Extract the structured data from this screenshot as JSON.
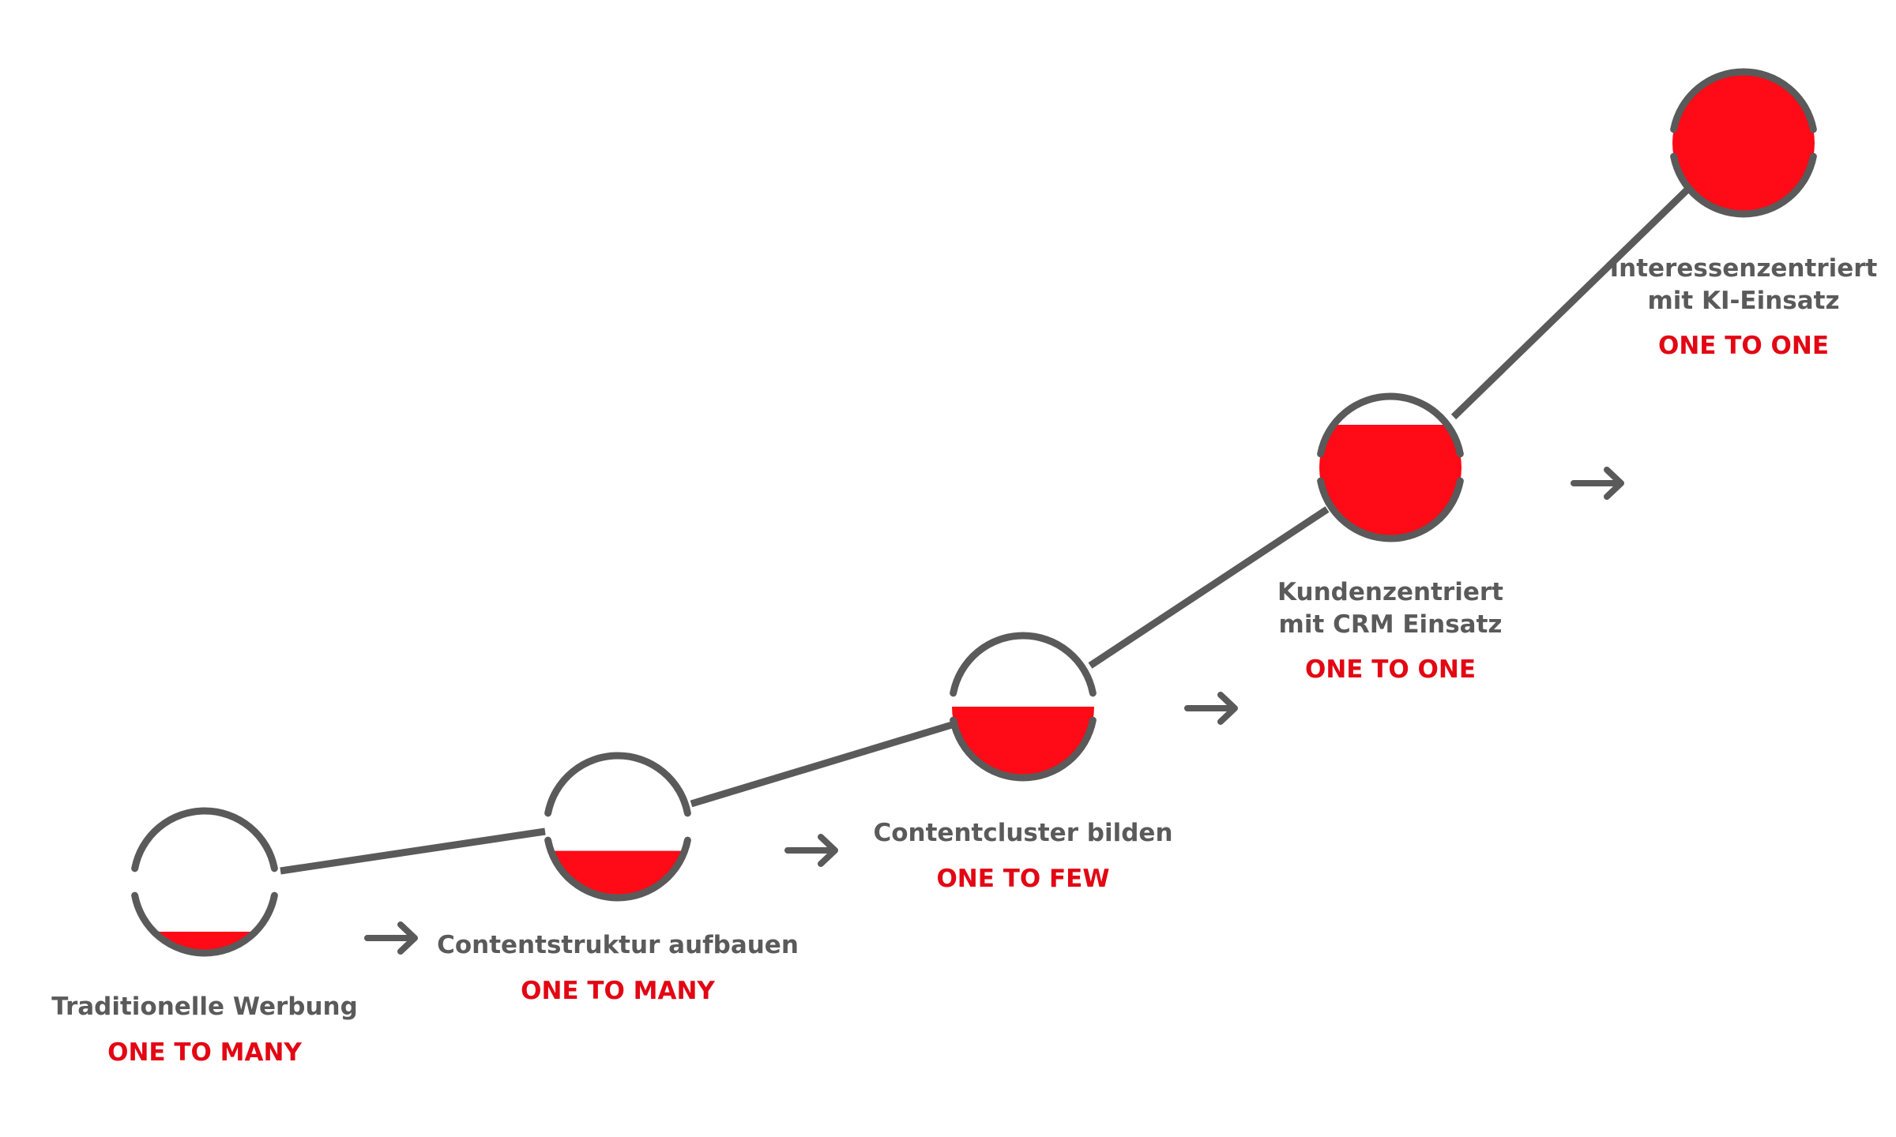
{
  "diagram": {
    "stages": [
      {
        "title_lines": [
          "Traditionelle Werbung"
        ],
        "mode": "ONE TO MANY",
        "fill_fraction": 0.15
      },
      {
        "title_lines": [
          "Contentstruktur aufbauen"
        ],
        "mode": "ONE TO MANY",
        "fill_fraction": 0.33
      },
      {
        "title_lines": [
          "Contentcluster bilden"
        ],
        "mode": "ONE TO FEW",
        "fill_fraction": 0.5
      },
      {
        "title_lines": [
          "Kundenzentriert",
          "mit CRM Einsatz"
        ],
        "mode": "ONE TO ONE",
        "fill_fraction": 0.8
      },
      {
        "title_lines": [
          "Interessenzentriert",
          "mit KI-Einsatz"
        ],
        "mode": "ONE TO ONE",
        "fill_fraction": 1.0
      }
    ],
    "arrow_icon": "right-arrow-icon",
    "colors": {
      "fill": "#ff0a16",
      "outline": "#5a5a5a",
      "title_text": "#5a5a5a",
      "mode_text": "#e30613"
    }
  }
}
